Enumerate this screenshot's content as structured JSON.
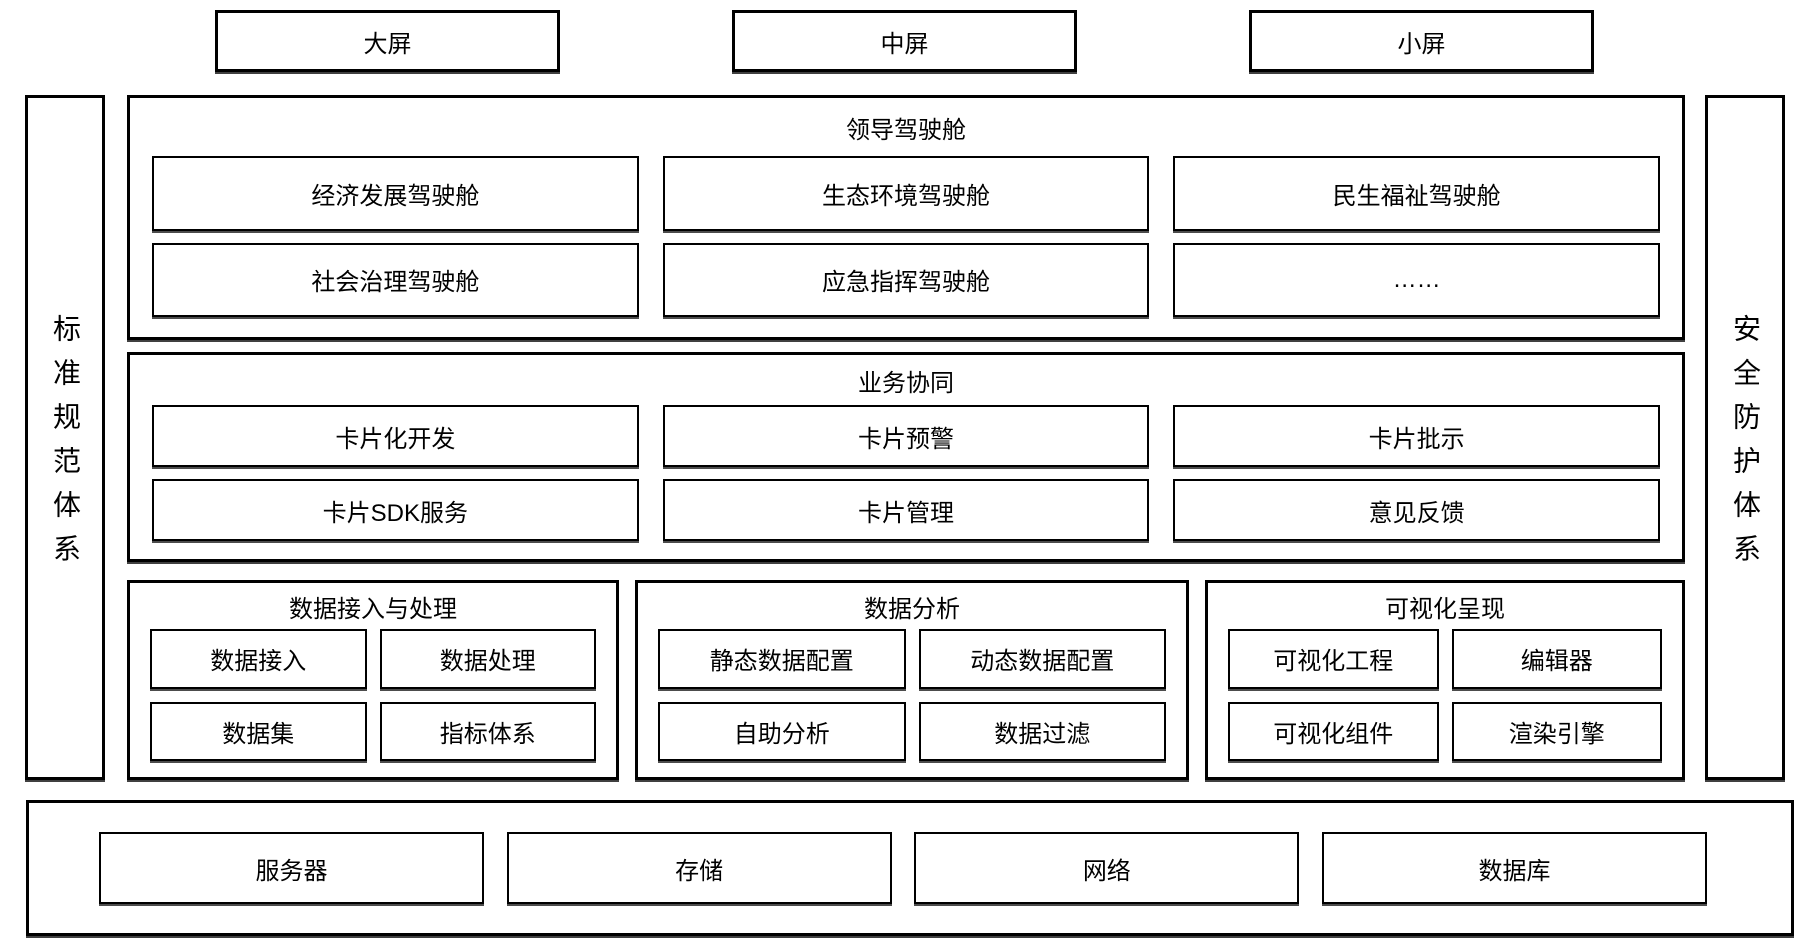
{
  "diagram": {
    "screens": [
      {
        "label": "大屏"
      },
      {
        "label": "中屏"
      },
      {
        "label": "小屏"
      }
    ],
    "pillars": {
      "left": {
        "label": "标准规范体系"
      },
      "right": {
        "label": "安全防护体系"
      }
    },
    "layers": {
      "cockpit": {
        "title": "领导驾驶舱",
        "items": [
          {
            "label": "经济发展驾驶舱"
          },
          {
            "label": "生态环境驾驶舱"
          },
          {
            "label": "民生福祉驾驶舱"
          },
          {
            "label": "社会治理驾驶舱"
          },
          {
            "label": "应急指挥驾驶舱"
          },
          {
            "label": "……"
          }
        ]
      },
      "collaboration": {
        "title": "业务协同",
        "items": [
          {
            "label": "卡片化开发"
          },
          {
            "label": "卡片预警"
          },
          {
            "label": "卡片批示"
          },
          {
            "label": "卡片SDK服务"
          },
          {
            "label": "卡片管理"
          },
          {
            "label": "意见反馈"
          }
        ]
      },
      "capabilities": [
        {
          "title": "数据接入与处理",
          "items": [
            {
              "label": "数据接入"
            },
            {
              "label": "数据处理"
            },
            {
              "label": "数据集"
            },
            {
              "label": "指标体系"
            }
          ]
        },
        {
          "title": "数据分析",
          "items": [
            {
              "label": "静态数据配置"
            },
            {
              "label": "动态数据配置"
            },
            {
              "label": "自助分析"
            },
            {
              "label": "数据过滤"
            }
          ]
        },
        {
          "title": "可视化呈现",
          "items": [
            {
              "label": "可视化工程"
            },
            {
              "label": "编辑器"
            },
            {
              "label": "可视化组件"
            },
            {
              "label": "渲染引擎"
            }
          ]
        }
      ],
      "infrastructure": {
        "items": [
          {
            "label": "服务器"
          },
          {
            "label": "存储"
          },
          {
            "label": "网络"
          },
          {
            "label": "数据库"
          }
        ]
      }
    },
    "colors": {
      "border": "#000000",
      "background": "#ffffff",
      "text": "#000000"
    }
  }
}
